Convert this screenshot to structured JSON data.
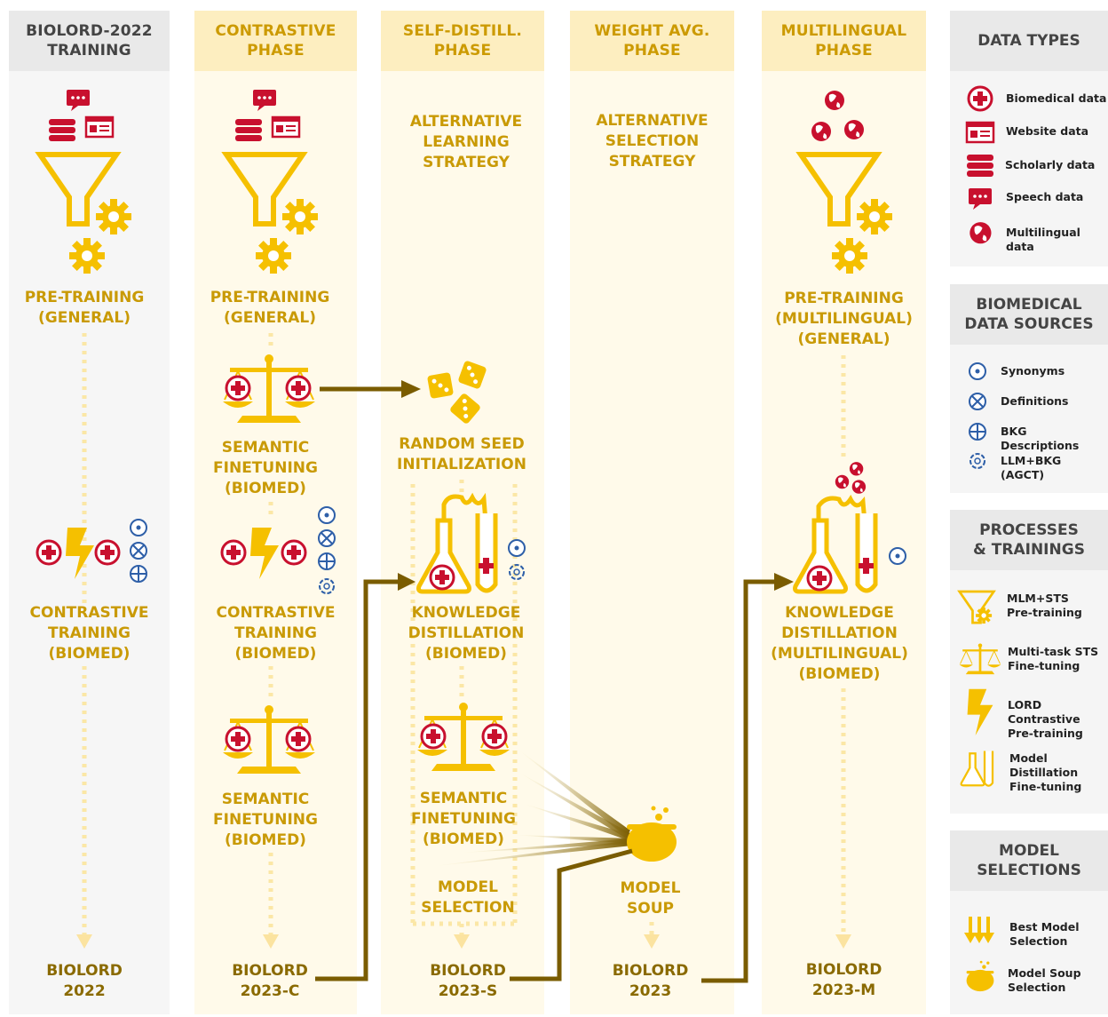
{
  "columns": [
    {
      "header": "BIOLORD-2022\nTRAINING",
      "final": "BIOLORD\n2022"
    },
    {
      "header": "CONTRASTIVE\nPHASE",
      "final": "BIOLORD\n2023-C"
    },
    {
      "header": "SELF-DISTILL.\nPHASE",
      "final": "BIOLORD\n2023-S"
    },
    {
      "header": "WEIGHT AVG.\nPHASE",
      "final": "BIOLORD\n2023"
    },
    {
      "header": "MULTILINGUAL\nPHASE",
      "final": "BIOLORD\n2023-M"
    }
  ],
  "labels": {
    "pretrain_general": "PRE-TRAINING\n(GENERAL)",
    "contrastive_biomed": "CONTRASTIVE\nTRAINING\n(BIOMED)",
    "semantic_biomed": "SEMANTIC\nFINETUNING\n(BIOMED)",
    "alt_learning": "ALTERNATIVE\nLEARNING\nSTRATEGY",
    "alt_selection": "ALTERNATIVE\nSELECTION\nSTRATEGY",
    "random_seed": "RANDOM SEED\nINITIALIZATION",
    "kd_biomed": "KNOWLEDGE\nDISTILLATION\n(BIOMED)",
    "model_selection": "MODEL\nSELECTION",
    "model_soup": "MODEL\nSOUP",
    "pretrain_multi": "PRE-TRAINING\n(MULTILINGUAL)\n(GENERAL)",
    "kd_multi": "KNOWLEDGE\nDISTILLATION\n(MULTILINGUAL)\n(BIOMED)"
  },
  "sidebar": {
    "data_types": {
      "title": "DATA TYPES",
      "items": [
        "Biomedical data",
        "Website data",
        "Scholarly data",
        "Speech data",
        "Multilingual data"
      ]
    },
    "sources": {
      "title": "BIOMEDICAL\nDATA SOURCES",
      "items": [
        "Synonyms",
        "Definitions",
        "BKG Descriptions",
        "LLM+BKG (AGCT)"
      ]
    },
    "processes": {
      "title": "PROCESSES\n& TRAININGS",
      "items": [
        "MLM+STS\nPre-training",
        "Multi-task STS\nFine-tuning",
        "LORD Contrastive\nPre-training",
        "Model Distillation\nFine-tuning"
      ]
    },
    "selections": {
      "title": "MODEL\nSELECTIONS",
      "items": [
        "Best Model\nSelection",
        "Model Soup\nSelection"
      ]
    }
  },
  "colors": {
    "gold": "#f5c000",
    "red": "#c8102e",
    "blue": "#2e5fa8",
    "dark": "#7a5c00",
    "col_bg": "#f6f6f6",
    "col_bg_gold": "#fffaea"
  }
}
